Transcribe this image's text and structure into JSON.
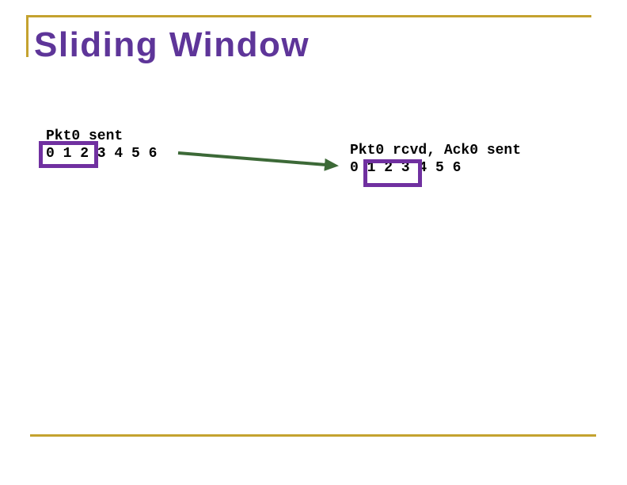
{
  "slide": {
    "title": "Sliding Window",
    "sender": {
      "label": "Pkt0 sent",
      "sequence": "0 1 2 3 4 5 6",
      "window_numbers": "0 1 2"
    },
    "receiver": {
      "label": "Pkt0 rcvd, Ack0 sent",
      "sequence": "0 1 2 3 4 5 6",
      "window_numbers": "1 2 3"
    },
    "arrow": {
      "direction": "left-to-right"
    },
    "colors": {
      "title": "#5E3599",
      "window_box": "#7030A0",
      "border_gold": "#C4A22F",
      "arrow_green": "#3C6937",
      "text": "#000000"
    }
  }
}
